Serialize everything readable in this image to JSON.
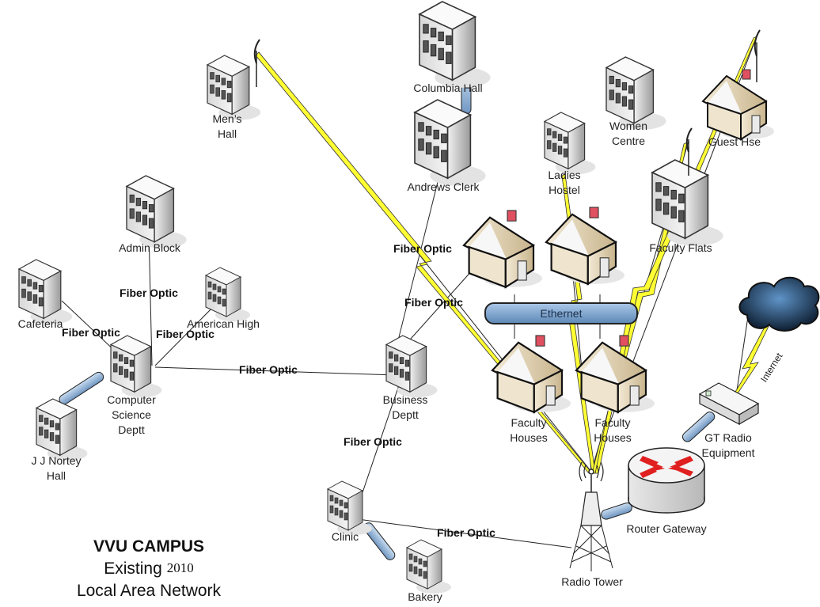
{
  "title": {
    "line1": "VVU CAMPUS",
    "line2": "Existing",
    "year": "2010",
    "line3": "Local Area Network"
  },
  "buildings": [
    {
      "id": "columbia-hall",
      "label": "Columbia Hall",
      "type": "office"
    },
    {
      "id": "andrews-clerk",
      "label": "Andrews Clerk",
      "type": "office"
    },
    {
      "id": "mens-hall",
      "label": "Men’s\nHall",
      "type": "office"
    },
    {
      "id": "women-centre",
      "label": "Women\nCentre",
      "type": "office"
    },
    {
      "id": "ladies-hostel",
      "label": "Ladies\nHostel",
      "type": "office"
    },
    {
      "id": "guest-hse",
      "label": "Guest Hse",
      "type": "house"
    },
    {
      "id": "faculty-flats",
      "label": "Faculty Flats",
      "type": "office"
    },
    {
      "id": "admin-block",
      "label": "Admin Block",
      "type": "office"
    },
    {
      "id": "cafeteria",
      "label": "Cafeteria",
      "type": "office"
    },
    {
      "id": "american-high",
      "label": "American High",
      "type": "office"
    },
    {
      "id": "computer-science-deptt",
      "label": "Computer\nScience\nDeptt",
      "type": "office"
    },
    {
      "id": "jj-nortey-hall",
      "label": "J J Nortey\nHall",
      "type": "office"
    },
    {
      "id": "business-deptt",
      "label": "Business\nDeptt",
      "type": "office"
    },
    {
      "id": "clinic",
      "label": "Clinic",
      "type": "office"
    },
    {
      "id": "bakery",
      "label": "Bakery",
      "type": "office"
    },
    {
      "id": "faculty-houses-1",
      "label": "Faculty\nHouses",
      "type": "house"
    },
    {
      "id": "faculty-houses-2",
      "label": "Faculty\nHouses",
      "type": "house"
    }
  ],
  "equipment": {
    "router": "Router Gateway",
    "tower": "Radio Tower",
    "gt_radio": "GT Radio\nEquipment",
    "ethernet": "Ethernet",
    "internet": "Internet"
  },
  "links": {
    "fiber_label": "Fiber Optic"
  },
  "colors": {
    "wireless": "#ffff33",
    "cable": "#a9c6e6",
    "router_arrows": "#e02020",
    "cloud": "#2f5f8f",
    "roof_chimney": "#e05060"
  }
}
